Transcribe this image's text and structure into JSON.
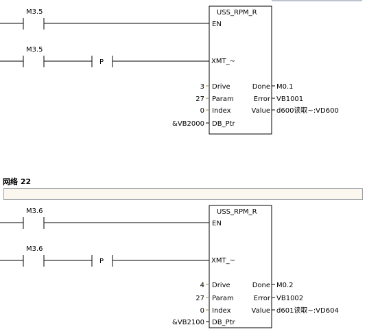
{
  "colors": {
    "wire": "#000000",
    "pin_tick": "#b08040",
    "comment_bg": "#fbf7ee",
    "top_line": "#7a8aa0"
  },
  "networks": [
    {
      "header": "",
      "contacts": [
        "M3.5",
        "M3.5"
      ],
      "pulse_label": "P",
      "block": {
        "name": "USS_RPM_R",
        "en": "EN",
        "xmt": "XMT_~",
        "inputs": [
          {
            "pin": "Drive",
            "value": "3"
          },
          {
            "pin": "Param",
            "value": "27"
          },
          {
            "pin": "Index",
            "value": "0"
          },
          {
            "pin": "DB_Ptr",
            "value": "&VB2000"
          }
        ],
        "outputs": [
          {
            "pin": "Done",
            "value": "M0.1"
          },
          {
            "pin": "Error",
            "value": "VB1001"
          },
          {
            "pin": "Value",
            "value": "d600读取~:VD600"
          }
        ]
      }
    },
    {
      "header": "网络 22",
      "contacts": [
        "M3.6",
        "M3.6"
      ],
      "pulse_label": "P",
      "block": {
        "name": "USS_RPM_R",
        "en": "EN",
        "xmt": "XMT_~",
        "inputs": [
          {
            "pin": "Drive",
            "value": "4"
          },
          {
            "pin": "Param",
            "value": "27"
          },
          {
            "pin": "Index",
            "value": "0"
          },
          {
            "pin": "DB_Ptr",
            "value": "&VB2100"
          }
        ],
        "outputs": [
          {
            "pin": "Done",
            "value": "M0.2"
          },
          {
            "pin": "Error",
            "value": "VB1002"
          },
          {
            "pin": "Value",
            "value": "d601读取~:VD604"
          }
        ]
      }
    }
  ]
}
